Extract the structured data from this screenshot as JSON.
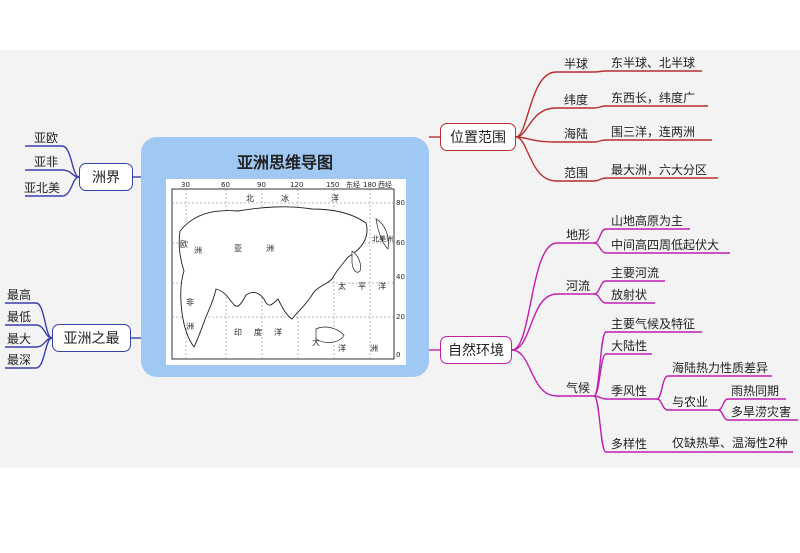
{
  "center": {
    "title": "亚洲思维导图",
    "map_labels": {
      "lon_30": "30",
      "lon_60": "60",
      "lon_90": "90",
      "lon_120": "120",
      "lon_150": "150",
      "east": "东经",
      "lon_180": "180",
      "west": "西经",
      "lat_80": "80",
      "lat_60": "60",
      "lat_40": "40",
      "lat_20": "20",
      "lat_0": "0",
      "north": "北",
      "ice": "冰",
      "ocean1": "洋",
      "north_america": "北美洲",
      "europe1": "欧",
      "continent1": "洲",
      "asia1": "亚",
      "asia2": "洲",
      "tai": "太",
      "ping": "平",
      "yang": "洋",
      "africa1": "非",
      "africa2": "洲",
      "yin": "印",
      "du": "度",
      "yang2": "洋",
      "da": "大",
      "yang3": "洋",
      "zhou3": "洲"
    }
  },
  "left": {
    "zhoujie": {
      "label": "洲界",
      "items": [
        "亚欧",
        "亚非",
        "亚北美"
      ]
    },
    "zuizhi": {
      "label": "亚洲之最",
      "items": [
        "最高",
        "最低",
        "最大",
        "最深"
      ]
    }
  },
  "right": {
    "weizhi": {
      "label": "位置范围",
      "items": [
        {
          "label": "半球",
          "value": "东半球、北半球"
        },
        {
          "label": "纬度",
          "value": "东西长，纬度广"
        },
        {
          "label": "海陆",
          "value": "围三洋，连两洲"
        },
        {
          "label": "范围",
          "value": "最大洲，六大分区"
        }
      ]
    },
    "ziran": {
      "label": "自然环境",
      "dixing": {
        "label": "地形",
        "items": [
          "山地高原为主",
          "中间高四周低起伏大"
        ]
      },
      "heliu": {
        "label": "河流",
        "items": [
          "主要河流",
          "放射状"
        ]
      },
      "qihou": {
        "label": "气候",
        "main": "主要气候及特征",
        "dalu": "大陆性",
        "jifeng": {
          "label": "季风性",
          "cause": "海陆热力性质差异",
          "agri": "与农业",
          "agri_items": [
            "雨热同期",
            "多旱涝灾害"
          ]
        },
        "duoyang": {
          "label": "多样性",
          "value": "仅缺热草、温海性2种"
        }
      }
    }
  },
  "colors": {
    "left_branch": "#3a3fb0",
    "position_branch": "#b83030",
    "nature_branch": "#c020b0",
    "center_fill": "#9fc9f2"
  }
}
